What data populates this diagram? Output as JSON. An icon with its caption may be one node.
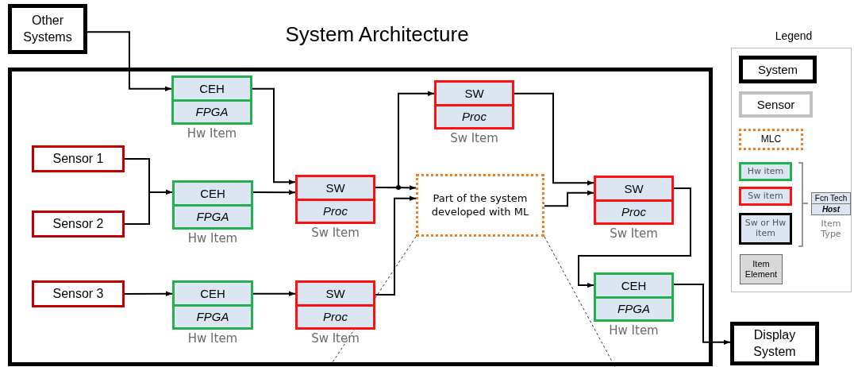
{
  "diagram": {
    "title": "System Architecture",
    "nodes": [
      {
        "text": [
          "Other Systems"
        ]
      },
      {
        "text": [],
        "shape": "box"
      },
      {
        "text": [
          "CEH",
          "FPGA"
        ],
        "in": 1,
        "beside": [
          "Hw Item"
        ]
      },
      {
        "text": [
          "Sensor 1"
        ],
        "in": 1
      },
      {
        "text": [
          "Sensor 2"
        ],
        "in": 1
      },
      {
        "text": [
          "CEH",
          "FPGA"
        ],
        "in": 1,
        "beside": [
          "Hw Item"
        ]
      },
      {
        "text": [
          "Sensor 3"
        ],
        "in": 1
      },
      {
        "text": [
          "CEH",
          "FPGA"
        ],
        "in": 1,
        "beside": [
          "Hw Item"
        ]
      },
      {
        "text": [
          "SW",
          "Proc"
        ],
        "in": 1,
        "beside": [
          "Sw Item"
        ]
      },
      {
        "text": [
          "SW",
          "Proc"
        ],
        "in": 1,
        "beside": [
          "Sw Item"
        ]
      },
      {
        "text": [
          "SW",
          "Proc"
        ],
        "in": 1,
        "beside": [
          "Sw Item"
        ]
      },
      {
        "text": [
          "Part of the system developed with ML"
        ],
        "in": 1
      },
      {
        "text": [
          "SW",
          "Proc"
        ],
        "in": 1,
        "beside": [
          "Sw Item"
        ]
      },
      {
        "text": [
          "CEH",
          "FPGA"
        ],
        "in": 1,
        "beside": [
          "Hw Item"
        ]
      },
      {
        "text": [
          "Display System"
        ]
      }
    ],
    "edges": [
      {
        "from": 0,
        "to": 2,
        "arrow": "to"
      },
      {
        "from": 2,
        "to": 8,
        "arrow": "to"
      },
      {
        "from": 3,
        "to": 5,
        "arrow": "to"
      },
      {
        "from": 4,
        "to": 5,
        "arrow": "to"
      },
      {
        "from": 5,
        "to": 8,
        "arrow": "to"
      },
      {
        "from": 6,
        "to": 7,
        "arrow": "to"
      },
      {
        "from": 7,
        "to": 9,
        "arrow": "to"
      },
      {
        "from": 8,
        "to": 10,
        "arrow": "to"
      },
      {
        "from": 8,
        "to": 11,
        "arrow": "to"
      },
      {
        "from": 9,
        "to": 11,
        "arrow": "to"
      },
      {
        "from": 10,
        "to": 12,
        "arrow": "to"
      },
      {
        "from": 11,
        "to": 12,
        "arrow": "to"
      },
      {
        "from": 12,
        "to": 13,
        "arrow": "to"
      },
      {
        "from": 13,
        "to": 14,
        "arrow": "to"
      }
    ],
    "labels": [
      "Legend",
      "Fcn Tech",
      "Host",
      "Item Type"
    ],
    "legend": [
      {
        "text": "System"
      },
      {
        "text": "Sensor"
      },
      {
        "text": "MLC"
      },
      {
        "text": "Hw item"
      },
      {
        "text": "Sw item"
      },
      {
        "text": "Sw or Hw item"
      },
      {
        "text": "Item Element"
      }
    ]
  }
}
